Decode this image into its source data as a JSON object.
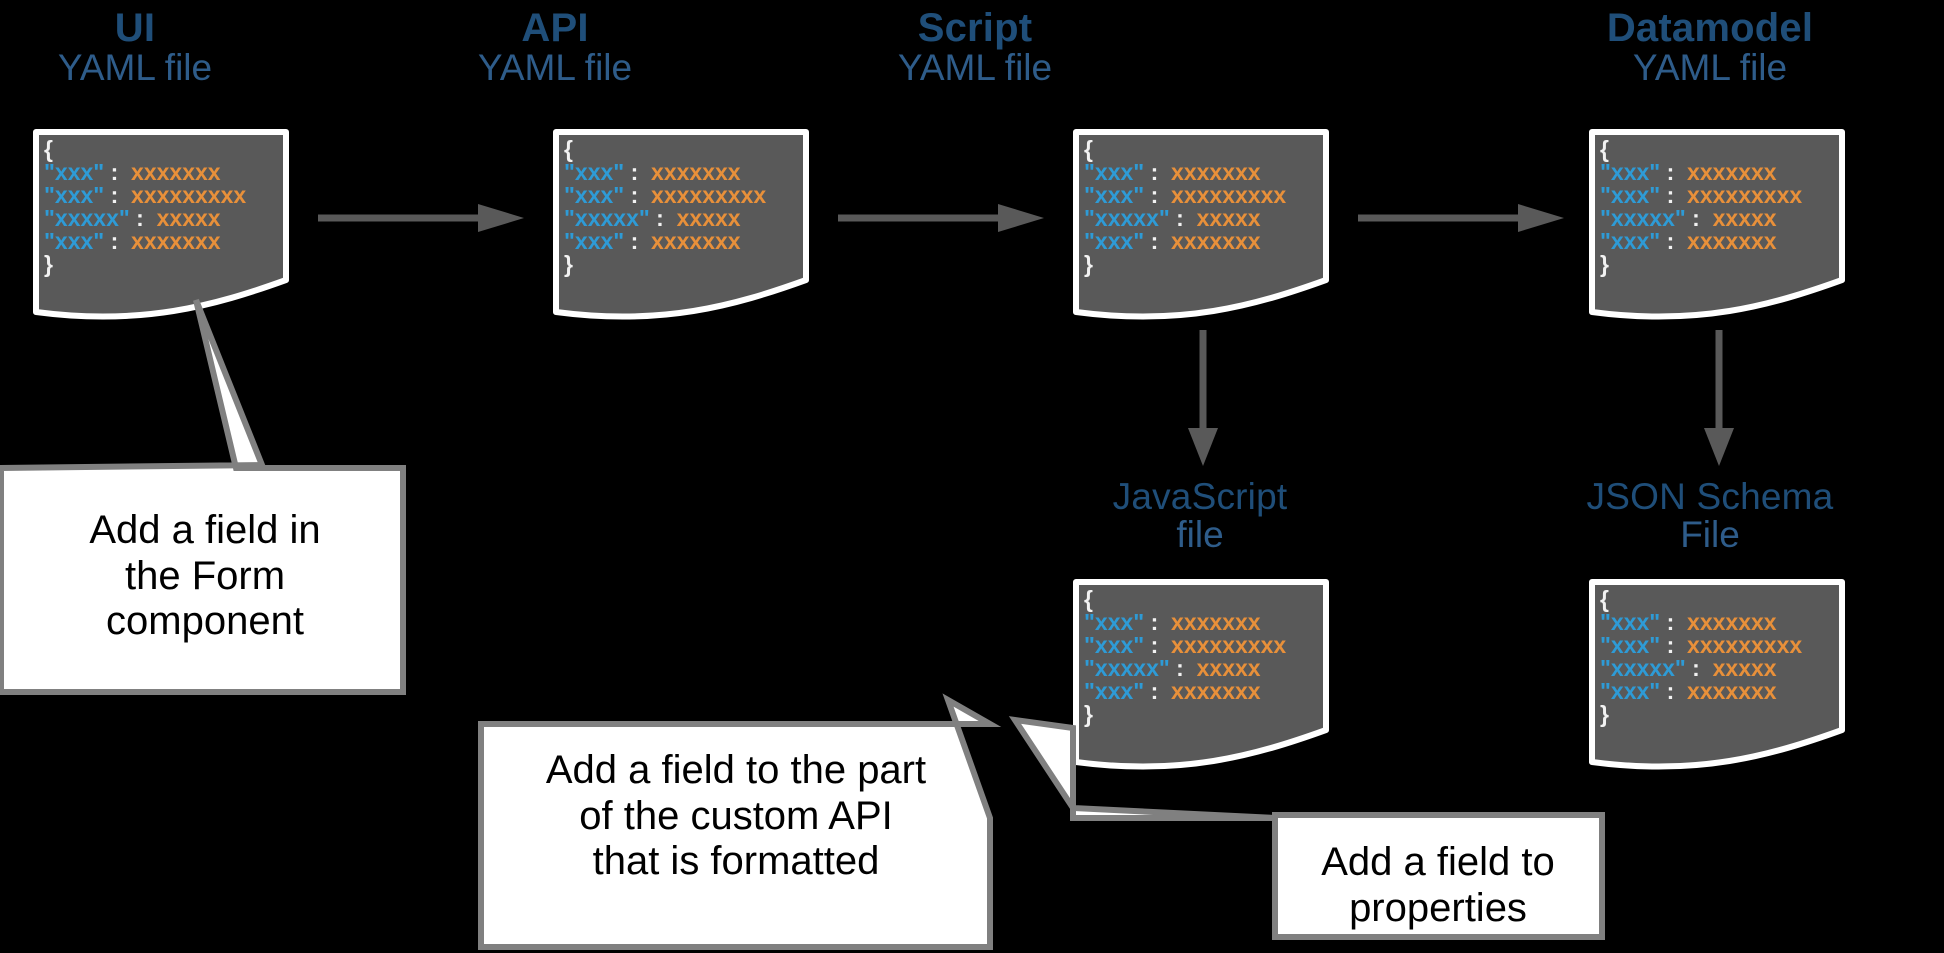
{
  "diagram": {
    "title": "YAML pipeline: UI to API to Script to Datamodel",
    "background_color": "#000000",
    "accent_colors": {
      "title_bold": "#1F4E79",
      "title_sub": "#2E5C8A",
      "doc_body": "#595959",
      "doc_edge": "#FFFFFF",
      "json_key": "#2E9BD6",
      "json_value": "#E8903A",
      "brace": "#F2F2F2",
      "arrow": "#595959",
      "callout_fill": "#FFFFFF",
      "callout_border": "#808080",
      "callout_text": "#000000"
    }
  },
  "nodes": [
    {
      "id": "ui",
      "title": "UI",
      "subtitle": "YAML file",
      "bold_title": true
    },
    {
      "id": "api",
      "title": "API",
      "subtitle": "YAML file",
      "bold_title": true
    },
    {
      "id": "script",
      "title": "Script",
      "subtitle": "YAML file",
      "bold_title": true
    },
    {
      "id": "datamodel",
      "title": "Datamodel",
      "subtitle": "YAML file",
      "bold_title": true
    },
    {
      "id": "javascript",
      "title": "JavaScript",
      "subtitle": "file",
      "bold_title": false
    },
    {
      "id": "jsonschema",
      "title": "JSON Schema",
      "subtitle": "File",
      "bold_title": false
    }
  ],
  "document_code": {
    "open_brace": "{",
    "close_brace": "}",
    "colon": ":",
    "quote": "\"",
    "lines": [
      {
        "key": "xxx",
        "value": "xxxxxxx"
      },
      {
        "key": "xxx",
        "value": "xxxxxxxxx"
      },
      {
        "key": "xxxxx",
        "value": "xxxxx"
      },
      {
        "key": "xxx",
        "value": "xxxxxxx"
      }
    ]
  },
  "arrows": [
    {
      "id": "ui-to-api",
      "direction": "right",
      "from": "ui",
      "to": "api"
    },
    {
      "id": "api-to-script",
      "direction": "right",
      "from": "api",
      "to": "script"
    },
    {
      "id": "script-to-datamodel",
      "direction": "right",
      "from": "script",
      "to": "datamodel"
    },
    {
      "id": "script-to-javascript",
      "direction": "down",
      "from": "script",
      "to": "javascript"
    },
    {
      "id": "datamodel-to-jsonschema",
      "direction": "down",
      "from": "datamodel",
      "to": "jsonschema"
    }
  ],
  "callouts": [
    {
      "id": "callout-ui",
      "text": "Add a field in\nthe Form\ncomponent",
      "points_to": "ui"
    },
    {
      "id": "callout-script",
      "text": "Add a field to the part\nof the custom API\nthat is formatted",
      "points_to": "javascript"
    },
    {
      "id": "callout-jsonschema",
      "text": "Add a field to\nproperties",
      "points_to": "jsonschema"
    }
  ]
}
